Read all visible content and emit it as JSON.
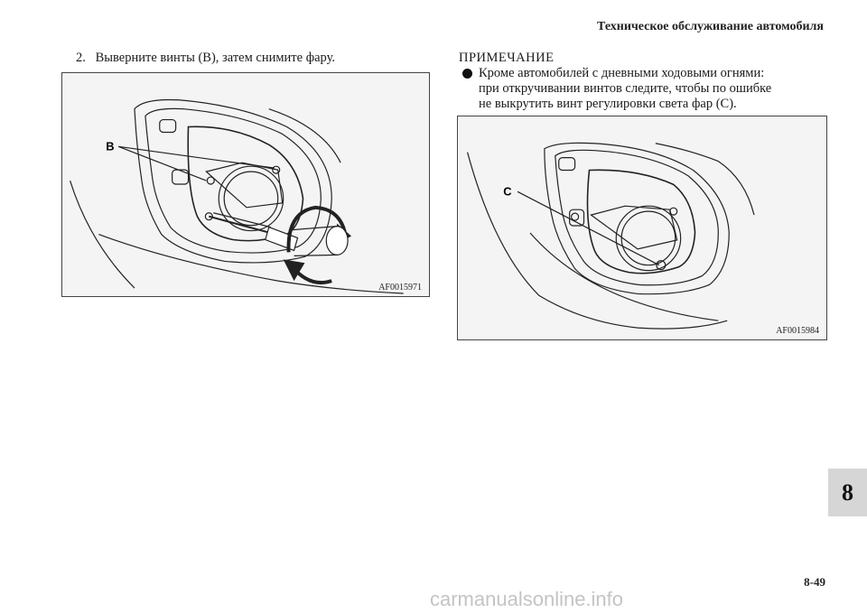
{
  "header": {
    "title": "Техническое обслуживание автомобиля"
  },
  "step": {
    "number": "2.",
    "text": "Выверните винты (B), затем снимите фару."
  },
  "figure1": {
    "label_b": "B",
    "code": "AF0015971"
  },
  "note": {
    "title": "ПРИМЕЧАНИЕ",
    "lines": [
      "Кроме автомобилей с дневными ходовыми огнями:",
      "при откручивании винтов следите, чтобы по ошибке",
      "не выкрутить винт регулировки света фар (C)."
    ]
  },
  "figure2": {
    "label_c": "C",
    "code": "AF0015984"
  },
  "chapter_tab": "8",
  "page_number": "8-49",
  "watermark": "carmanualsonline.info"
}
